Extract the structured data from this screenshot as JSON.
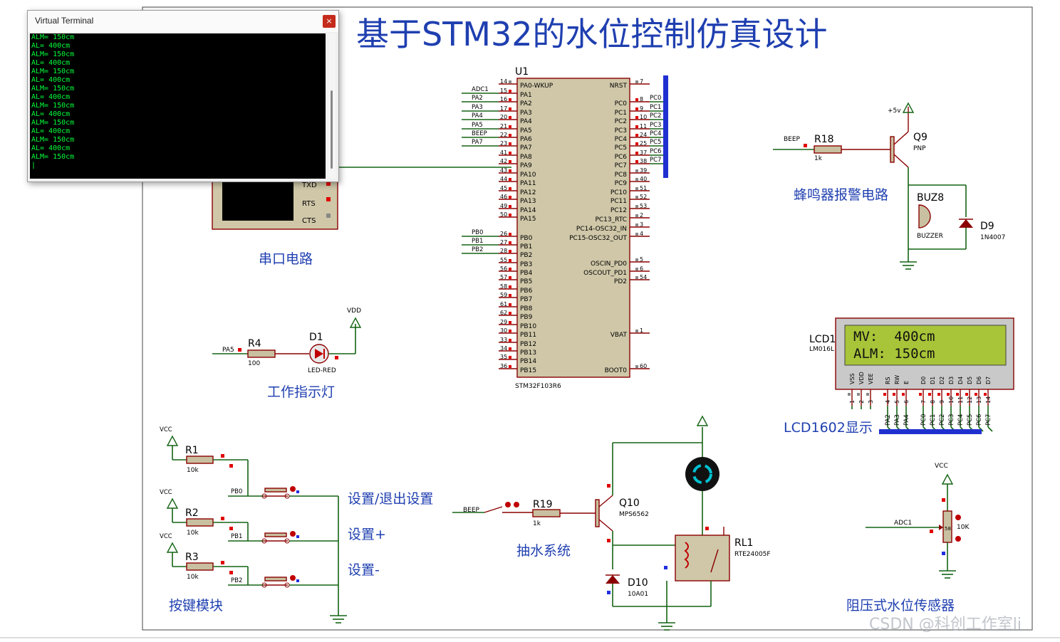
{
  "title": "基于STM32的水位控制仿真设计",
  "terminal": {
    "title": "Virtual Terminal",
    "close_label": "×",
    "lines": [
      "ALM= 150cm",
      "AL= 400cm",
      "ALM= 150cm",
      "AL= 400cm",
      "ALM= 150cm",
      "AL= 400cm",
      "ALM= 150cm",
      "AL= 400cm",
      "ALM= 150cm",
      "AL= 400cm",
      "ALM= 150cm",
      "AL= 400cm",
      "ALM= 150cm",
      "AL= 400cm",
      "ALM= 150cm"
    ]
  },
  "serial": {
    "pins": [
      "TXD",
      "RTS",
      "CTS"
    ],
    "caption": "串口电路"
  },
  "mcu": {
    "ref": "U1",
    "part": "STM32F103R6",
    "left_pins": [
      {
        "num": "14",
        "name": "PA0-WKUP",
        "net": ""
      },
      {
        "num": "15",
        "name": "PA1",
        "net": "ADC1"
      },
      {
        "num": "16",
        "name": "PA2",
        "net": "PA2"
      },
      {
        "num": "17",
        "name": "PA3",
        "net": "PA3"
      },
      {
        "num": "20",
        "name": "PA4",
        "net": "PA4"
      },
      {
        "num": "21",
        "name": "PA5",
        "net": "PA5"
      },
      {
        "num": "22",
        "name": "PA6",
        "net": "BEEP"
      },
      {
        "num": "23",
        "name": "PA7",
        "net": "PA7"
      },
      {
        "num": "41",
        "name": "PA8",
        "net": ""
      },
      {
        "num": "42",
        "name": "PA9",
        "net": ""
      },
      {
        "num": "43",
        "name": "PA10",
        "net": ""
      },
      {
        "num": "44",
        "name": "PA11",
        "net": ""
      },
      {
        "num": "45",
        "name": "PA12",
        "net": ""
      },
      {
        "num": "46",
        "name": "PA13",
        "net": ""
      },
      {
        "num": "49",
        "name": "PA14",
        "net": ""
      },
      {
        "num": "50",
        "name": "PA15",
        "net": ""
      },
      {
        "num": "26",
        "name": "PB0",
        "net": "PB0"
      },
      {
        "num": "27",
        "name": "PB1",
        "net": "PB1"
      },
      {
        "num": "28",
        "name": "PB2",
        "net": "PB2"
      },
      {
        "num": "55",
        "name": "PB3",
        "net": ""
      },
      {
        "num": "56",
        "name": "PB4",
        "net": ""
      },
      {
        "num": "57",
        "name": "PB5",
        "net": ""
      },
      {
        "num": "58",
        "name": "PB6",
        "net": ""
      },
      {
        "num": "59",
        "name": "PB7",
        "net": ""
      },
      {
        "num": "61",
        "name": "PB8",
        "net": ""
      },
      {
        "num": "62",
        "name": "PB9",
        "net": ""
      },
      {
        "num": "29",
        "name": "PB10",
        "net": ""
      },
      {
        "num": "30",
        "name": "PB11",
        "net": ""
      },
      {
        "num": "33",
        "name": "PB12",
        "net": ""
      },
      {
        "num": "34",
        "name": "PB13",
        "net": ""
      },
      {
        "num": "35",
        "name": "PB14",
        "net": ""
      },
      {
        "num": "36",
        "name": "PB15",
        "net": ""
      }
    ],
    "right_pins": [
      {
        "num": "7",
        "name": "NRST",
        "net": ""
      },
      {
        "num": "8",
        "name": "PC0",
        "net": "PC0"
      },
      {
        "num": "9",
        "name": "PC1",
        "net": "PC1"
      },
      {
        "num": "10",
        "name": "PC2",
        "net": "PC2"
      },
      {
        "num": "11",
        "name": "PC3",
        "net": "PC3"
      },
      {
        "num": "24",
        "name": "PC4",
        "net": "PC4"
      },
      {
        "num": "25",
        "name": "PC5",
        "net": "PC5"
      },
      {
        "num": "37",
        "name": "PC6",
        "net": "PC6"
      },
      {
        "num": "38",
        "name": "PC7",
        "net": "PC7"
      },
      {
        "num": "39",
        "name": "PC8",
        "net": ""
      },
      {
        "num": "40",
        "name": "PC9",
        "net": ""
      },
      {
        "num": "51",
        "name": "PC10",
        "net": ""
      },
      {
        "num": "52",
        "name": "PC11",
        "net": ""
      },
      {
        "num": "53",
        "name": "PC12",
        "net": ""
      },
      {
        "num": "2",
        "name": "PC13_RTC",
        "net": ""
      },
      {
        "num": "3",
        "name": "PC14-OSC32_IN",
        "net": ""
      },
      {
        "num": "4",
        "name": "PC15-OSC32_OUT",
        "net": ""
      },
      {
        "num": "5",
        "name": "OSCIN_PD0",
        "net": ""
      },
      {
        "num": "6",
        "name": "OSCOUT_PD1",
        "net": ""
      },
      {
        "num": "54",
        "name": "PD2",
        "net": ""
      },
      {
        "num": "1",
        "name": "VBAT",
        "net": ""
      },
      {
        "num": "60",
        "name": "BOOT0",
        "net": ""
      }
    ]
  },
  "buzzer": {
    "net": "BEEP",
    "r_ref": "R18",
    "r_val": "1k",
    "q_ref": "Q9",
    "q_type": "PNP",
    "supply": "+5v",
    "buz_ref": "BUZ8",
    "buz_type": "BUZZER",
    "d_ref": "D9",
    "d_type": "1N4007",
    "caption": "蜂鸣器报警电路"
  },
  "led": {
    "net": "PA5",
    "r_ref": "R4",
    "r_val": "100",
    "d_ref": "D1",
    "d_type": "LED-RED",
    "supply": "VDD",
    "caption": "工作指示灯"
  },
  "lcd": {
    "ref": "LCD1",
    "part": "LM016L",
    "line1": "MV:  400cm",
    "line2": "ALM: 150cm",
    "pin_names": [
      "VSS",
      "VDD",
      "VEE",
      "RS",
      "RW",
      "E",
      "D0",
      "D1",
      "D2",
      "D3",
      "D4",
      "D5",
      "D6",
      "D7"
    ],
    "pin_nums": [
      "1",
      "2",
      "3",
      "4",
      "5",
      "6",
      "7",
      "8",
      "9",
      "10",
      "11",
      "12",
      "13",
      "14"
    ],
    "nets": [
      "",
      "",
      "",
      "PA2",
      "PA3",
      "PA4",
      "PC0",
      "PC1",
      "PC2",
      "PC3",
      "PC4",
      "PC5",
      "PC6",
      "PC7"
    ],
    "caption": "LCD1602显示"
  },
  "keys": {
    "supply": "VCC",
    "r1": "R1",
    "r2": "R2",
    "r3": "R3",
    "r_val": "10k",
    "n1": "PB0",
    "n2": "PB1",
    "n3": "PB2",
    "l1": "设置/退出设置",
    "l2": "设置+",
    "l3": "设置-",
    "caption": "按键模块"
  },
  "pump": {
    "net": "BEEP",
    "r_ref": "R19",
    "r_val": "1k",
    "q_ref": "Q10",
    "q_type": "MPS6562",
    "d_ref": "D10",
    "d_type": "10A01",
    "rl_ref": "RL1",
    "rl_type": "RTE24005F",
    "caption": "抽水系统"
  },
  "sensor": {
    "supply": "VCC",
    "net": "ADC1",
    "value": "10K",
    "wiper": "58",
    "caption": "阻压式水位传感器"
  },
  "watermark": "CSDN @科创工作室li"
}
